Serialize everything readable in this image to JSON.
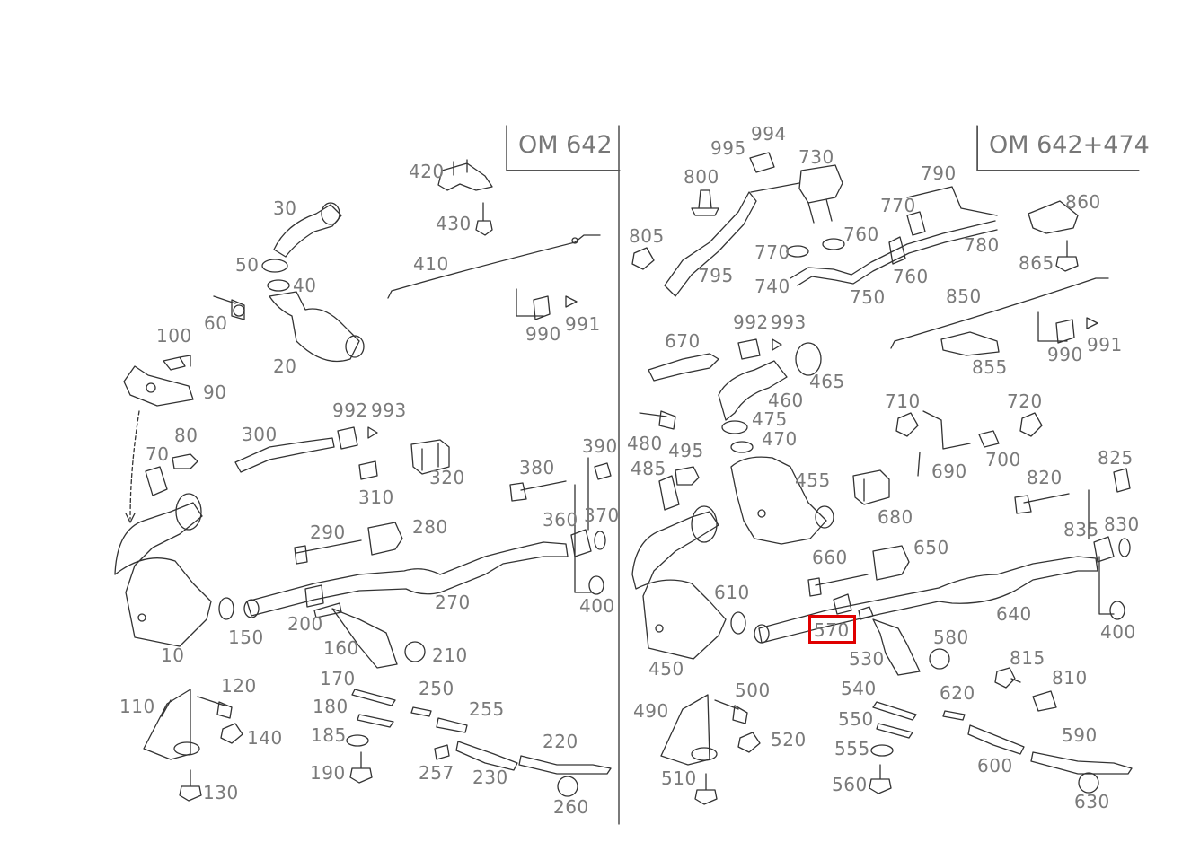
{
  "panels": [
    {
      "title": "OM 642"
    },
    {
      "title": "OM 642+474"
    }
  ],
  "highlight_color": "#e00000",
  "highlighted_part": "570",
  "left_labels": [
    "420",
    "30",
    "430",
    "50",
    "40",
    "410",
    "60",
    "990",
    "991",
    "20",
    "100",
    "90",
    "992",
    "993",
    "300",
    "80",
    "70",
    "320",
    "310",
    "390",
    "380",
    "280",
    "290",
    "360",
    "370",
    "270",
    "400",
    "200",
    "150",
    "160",
    "210",
    "10",
    "120",
    "250",
    "170",
    "110",
    "255",
    "180",
    "140",
    "220",
    "185",
    "190",
    "257",
    "230",
    "130",
    "260"
  ],
  "right_labels": [
    "994",
    "995",
    "730",
    "800",
    "790",
    "770",
    "860",
    "805",
    "760",
    "780",
    "865",
    "795",
    "770",
    "740",
    "750",
    "760",
    "850",
    "992",
    "993",
    "670",
    "990",
    "991",
    "855",
    "465",
    "460",
    "710",
    "720",
    "475",
    "480",
    "495",
    "470",
    "690",
    "700",
    "485",
    "455",
    "825",
    "820",
    "680",
    "835",
    "830",
    "650",
    "660",
    "610",
    "640",
    "400",
    "580",
    "570",
    "530",
    "450",
    "815",
    "810",
    "500",
    "540",
    "490",
    "620",
    "550",
    "520",
    "555",
    "590",
    "600",
    "510",
    "560",
    "630"
  ]
}
